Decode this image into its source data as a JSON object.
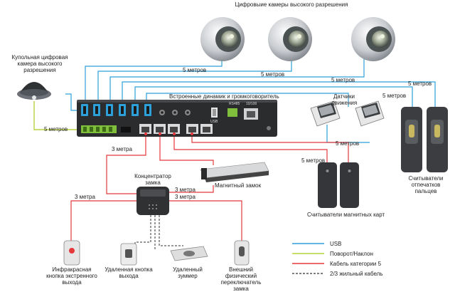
{
  "colors": {
    "usb": "#2d9fd9",
    "ptz": "#b5d33d",
    "cat5": "#e5383b",
    "wire": "#333333"
  },
  "labels": {
    "hd_cameras": "Цифровыие камеры высокого разрешения",
    "dome_camera": "Купольная цифровая камера высокого разрешения",
    "speaker": "Встроенные динамик и громкоговоритель",
    "motion_sensors": "Датчики движения",
    "lock_hub": "Концентратор замка",
    "magnetic_lock": "Магнитный замок",
    "card_readers": "Считыватели магнитных карт",
    "fingerprint_readers": "Считыватели отпечатков пальцев",
    "ir_button": "Инфракрасная кнопка экстренного выхода",
    "remote_exit_button": "Удаленная кнопка выхода",
    "remote_buzzer": "Удаленный зуммер",
    "external_switch": "Внешний физический переключатель замка",
    "rs485": "RS485",
    "ethernet": "10/100",
    "usb_port": "USB"
  },
  "distances": {
    "d1": "5 метров",
    "d2": "5 метров",
    "d3": "5 метров",
    "d4": "5 метров",
    "d5": "5 метров",
    "d6": "5 метров",
    "d7": "5 метров",
    "d8": "3 метра",
    "d9": "3 метра",
    "d10": "3 метра",
    "d11": "3 метра",
    "d12": "5 метров"
  },
  "legend": [
    {
      "label": "USB",
      "color": "#2d9fd9",
      "style": "solid"
    },
    {
      "label": "Поворот/Наклон",
      "color": "#b5d33d",
      "style": "solid"
    },
    {
      "label": "Кабель категории 5",
      "color": "#e5383b",
      "style": "solid"
    },
    {
      "label": "2/3 жильный кабель",
      "color": "#333333",
      "style": "dashed"
    }
  ]
}
